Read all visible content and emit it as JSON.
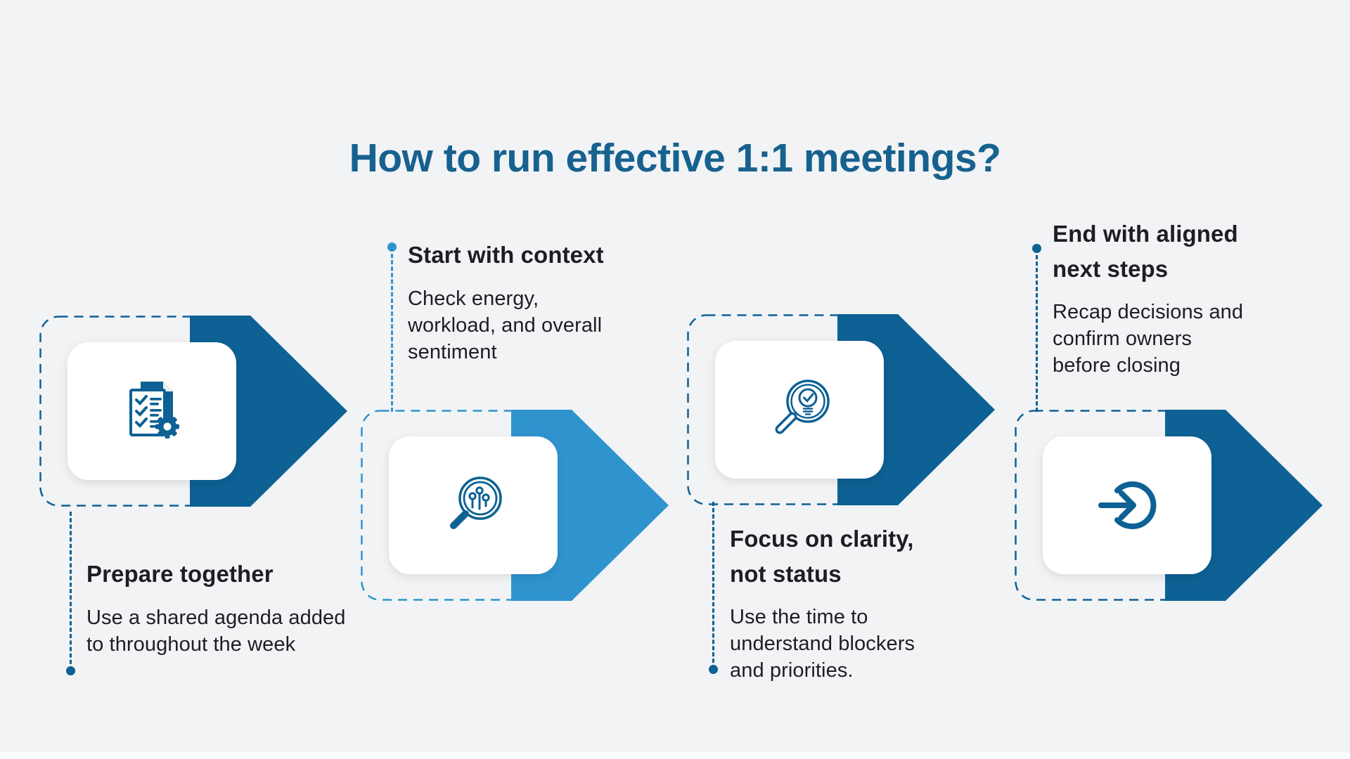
{
  "title": "How to run effective 1:1 meetings?",
  "theme": {
    "background": "#f1f3f5",
    "dark_blue": "#0d6194",
    "light_blue": "#2f93ce",
    "title_color": "#17618f",
    "text_color": "#1e1e22",
    "card_fill": "#ffffff"
  },
  "steps": [
    {
      "title_lines": [
        "Prepare together"
      ],
      "body_lines": [
        "Use a shared agenda added",
        "to throughout the week"
      ],
      "icon": "checklist-gear-icon",
      "accent": "#0d6194",
      "text_position": "below"
    },
    {
      "title_lines": [
        "Start with context"
      ],
      "body_lines": [
        "Check energy,",
        "workload, and overall",
        "sentiment"
      ],
      "icon": "magnifier-data-icon",
      "accent": "#2f93ce",
      "text_position": "above"
    },
    {
      "title_lines": [
        "Focus on clarity,",
        "not status"
      ],
      "body_lines": [
        "Use the time to",
        "understand blockers",
        "and priorities."
      ],
      "icon": "magnifier-bulb-icon",
      "accent": "#0d6194",
      "text_position": "below"
    },
    {
      "title_lines": [
        "End with aligned",
        "next steps"
      ],
      "body_lines": [
        "Recap decisions and",
        "confirm owners",
        "before closing"
      ],
      "icon": "enter-arrow-icon",
      "accent": "#0d6194",
      "text_position": "above"
    }
  ]
}
